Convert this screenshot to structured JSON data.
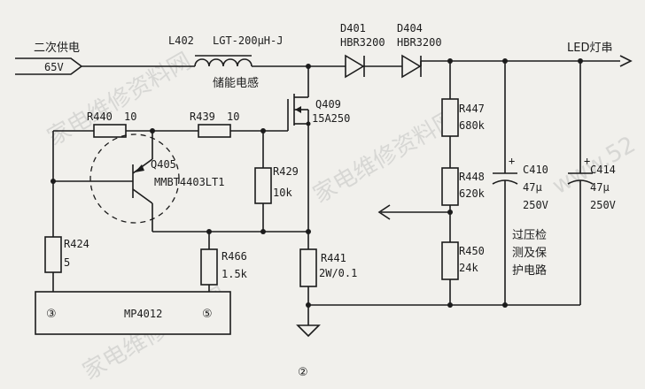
{
  "title_supply": "二次供电",
  "supply_voltage": "65V",
  "output_label": "LED灯串",
  "figure_number": "②",
  "ic_name": "MP4012",
  "ic_pin_a": "③",
  "ic_pin_b": "⑤",
  "protection_label": [
    "过压检",
    "测及保",
    "护电路"
  ],
  "components": {
    "L402": {
      "ref": "L402",
      "value": "LGT-200μH-J",
      "desc": "储能电感"
    },
    "D401": {
      "ref": "D401",
      "value": "HBR3200"
    },
    "D404": {
      "ref": "D404",
      "value": "HBR3200"
    },
    "Q409": {
      "ref": "Q409",
      "value": "15A250"
    },
    "Q405": {
      "ref": "Q405",
      "value": "MMBT4403LT1"
    },
    "R440": {
      "ref": "R440",
      "value": "10"
    },
    "R439": {
      "ref": "R439",
      "value": "10"
    },
    "R429": {
      "ref": "R429",
      "value": "10k"
    },
    "R424": {
      "ref": "R424",
      "value": "5"
    },
    "R466": {
      "ref": "R466",
      "value": "1.5k"
    },
    "R441": {
      "ref": "R441",
      "value": "2W/0.1"
    },
    "R447": {
      "ref": "R447",
      "value": "680k"
    },
    "R448": {
      "ref": "R448",
      "value": "620k"
    },
    "R450": {
      "ref": "R450",
      "value": "24k"
    },
    "C410": {
      "ref": "C410",
      "value": "47μ",
      "voltage": "250V"
    },
    "C414": {
      "ref": "C414",
      "value": "47μ",
      "voltage": "250V"
    }
  },
  "watermarks": [
    "家电维修资料网",
    "家电维修资料网",
    "家电维修资料网",
    "www.52"
  ]
}
